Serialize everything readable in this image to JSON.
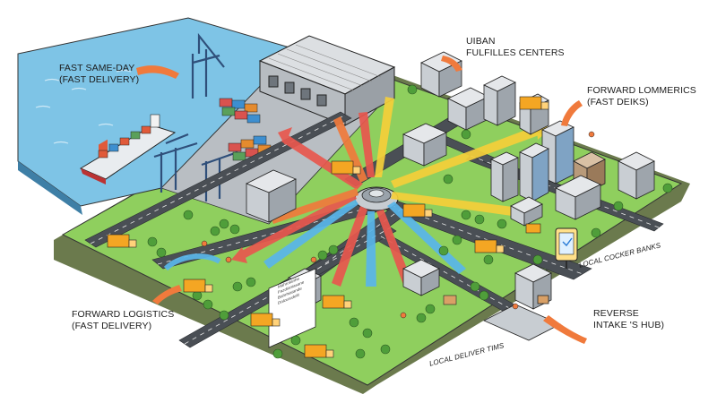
{
  "labels": {
    "fast_same_day": {
      "line1": "FAST SAME-DAY",
      "line2": "(FAST DELIVERY)"
    },
    "urban_centers": {
      "line1": "UIBAN",
      "line2": "FULFILLES CENTERS"
    },
    "forward_commerce": {
      "line1": "FORWARD LOMMERICS",
      "line2": "(FAST DEIKS)"
    },
    "forward_logistics": {
      "line1": "FORWARD LOGISTICS",
      "line2": "(FAST DELIVERY)"
    },
    "local_locker": {
      "text": "LOCAL COCKER BANKS"
    },
    "reverse_hub": {
      "line1": "REVERSE",
      "line2": "INTAKE 'S HUB)"
    },
    "local_delivery": {
      "text": "LOCAL DELIVER TIMS"
    }
  },
  "billboard": {
    "lines": [
      "Mahrotanhe",
      "Fazdianiasane",
      "Bahrhiatande",
      "Dalcurudelit"
    ]
  },
  "colors": {
    "water": "#7ec4e6",
    "grass": "#8fcf5e",
    "road": "#4a4f55",
    "arrow_orange": "#f07a3c",
    "arrow_red": "#e8574e",
    "arrow_blue": "#59b6ea",
    "arrow_yellow": "#f6cf3a",
    "truck": "#f4a623"
  }
}
